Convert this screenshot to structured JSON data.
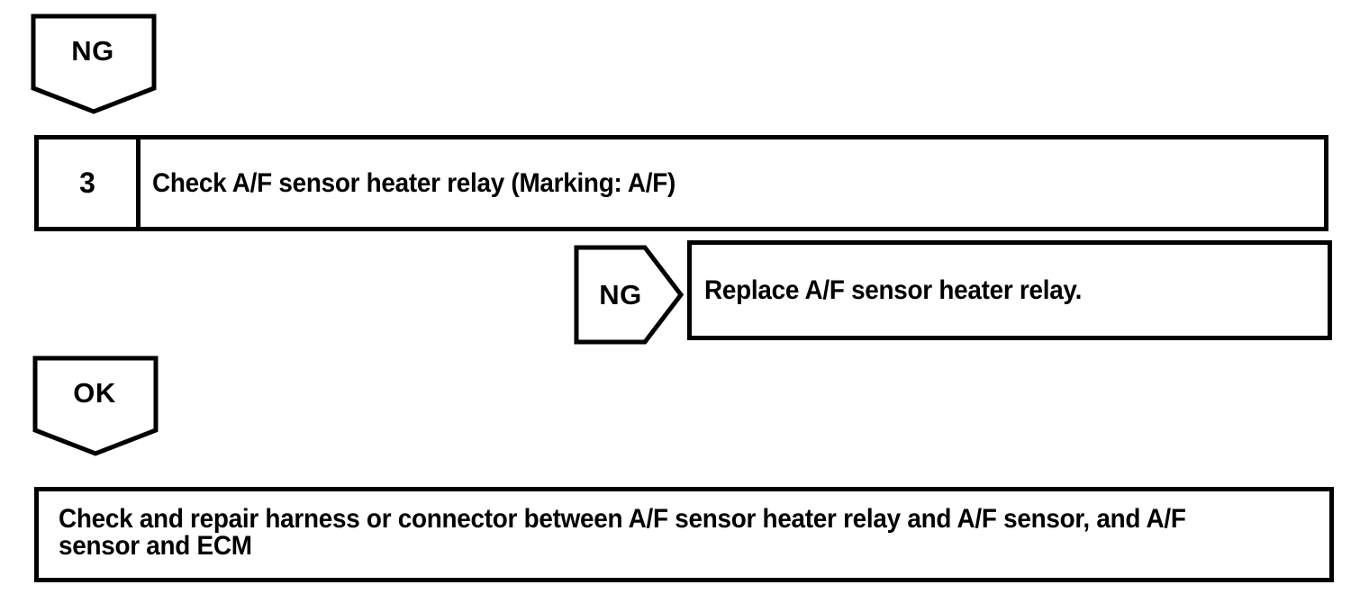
{
  "flow": {
    "ng_connector_top": "NG",
    "step": {
      "number": "3",
      "title": "Check A/F sensor heater relay (Marking: A/F)"
    },
    "ng_branch": {
      "connector": "NG",
      "result": "Replace A/F sensor heater relay."
    },
    "ok_connector": "OK",
    "final": {
      "text": "Check and repair harness or connector between A/F sensor heater relay and A/F sensor, and A/F sensor and ECM",
      "lines": [
        "Check and repair harness or connector between A/F sensor heater relay and A/F sensor, and A/F",
        "sensor and ECM"
      ]
    }
  },
  "colors": {
    "line": "#000000",
    "background": "#ffffff",
    "text": "#000000"
  }
}
